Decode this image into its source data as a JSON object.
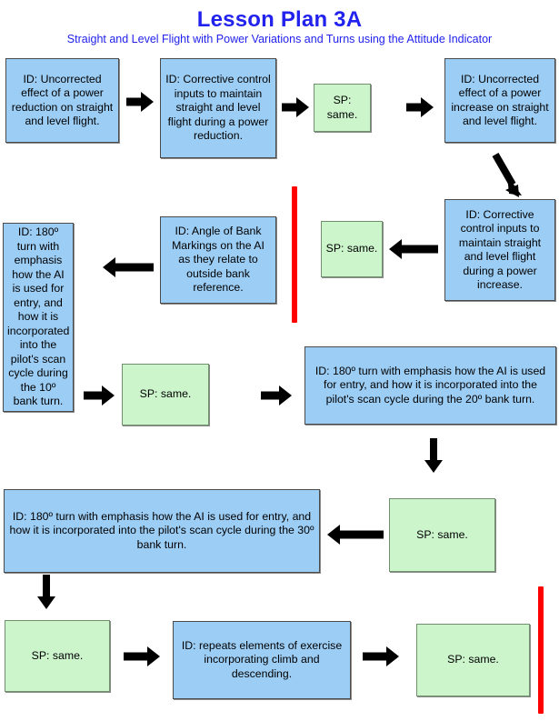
{
  "header": {
    "title": "Lesson Plan 3A",
    "subtitle": "Straight and Level Flight with Power Variations and Turns using the Attitude Indicator",
    "title_color": "#2222ee"
  },
  "palette": {
    "instruction_box_fill": "#9CCDF5",
    "student_box_fill": "#CCF5CC",
    "divider_bar": "#FF0000",
    "arrow": "#000000",
    "text": "#000000"
  },
  "nodes": [
    {
      "id": "n1",
      "kind": "instruction",
      "text": "ID: Uncorrected effect of a power reduction on straight and level flight."
    },
    {
      "id": "n2",
      "kind": "instruction",
      "text": "ID: Corrective control inputs to maintain straight and level flight during a power reduction."
    },
    {
      "id": "n3",
      "kind": "student",
      "text": "SP: same."
    },
    {
      "id": "n4",
      "kind": "instruction",
      "text": "ID: Uncorrected effect of a power increase on straight and level flight."
    },
    {
      "id": "n5",
      "kind": "instruction",
      "text": "ID: Corrective control inputs to maintain straight and level flight during a power increase."
    },
    {
      "id": "n6",
      "kind": "student",
      "text": "SP: same."
    },
    {
      "id": "n7",
      "kind": "instruction",
      "text": "ID: Angle of Bank Markings on the AI as they relate to outside bank reference."
    },
    {
      "id": "n8",
      "kind": "instruction",
      "text": "ID: 180º turn with emphasis how the AI is used for entry, and how it is incorporated into the pilot's scan cycle during the 10º bank turn."
    },
    {
      "id": "n9",
      "kind": "student",
      "text": "SP: same."
    },
    {
      "id": "n10",
      "kind": "instruction",
      "text": "ID: 180º turn with emphasis how the AI is used for entry, and how it is incorporated into the pilot's scan cycle during the 20º bank turn."
    },
    {
      "id": "n11",
      "kind": "student",
      "text": "SP: same."
    },
    {
      "id": "n12",
      "kind": "instruction",
      "text": "ID: 180º turn with emphasis how the AI is used for entry, and how it is incorporated into the pilot's scan cycle during the 30º bank turn."
    },
    {
      "id": "n13",
      "kind": "student",
      "text": "SP: same."
    },
    {
      "id": "n14",
      "kind": "instruction",
      "text": "ID: repeats elements of exercise incorporating climb and descending."
    },
    {
      "id": "n15",
      "kind": "student",
      "text": "SP: same."
    }
  ],
  "dividers": [
    {
      "id": "d1",
      "label": "red-divider-bar-upper"
    },
    {
      "id": "d2",
      "label": "red-divider-bar-lower"
    }
  ],
  "connectors": [
    {
      "id": "a1",
      "direction": "right",
      "from": "n1",
      "to": "n2"
    },
    {
      "id": "a2",
      "direction": "right",
      "from": "n2",
      "to": "n3"
    },
    {
      "id": "a3",
      "direction": "right",
      "from": "n3",
      "to": "n4"
    },
    {
      "id": "a4",
      "direction": "diagonal",
      "from": "n4",
      "to": "n5"
    },
    {
      "id": "a5",
      "direction": "left",
      "from": "n5",
      "to": "n6"
    },
    {
      "id": "a6",
      "direction": "left",
      "from": "n7",
      "to": "n8"
    },
    {
      "id": "a7",
      "direction": "right",
      "from": "n8",
      "to": "n9"
    },
    {
      "id": "a8",
      "direction": "right",
      "from": "n9",
      "to": "n10"
    },
    {
      "id": "a9",
      "direction": "down",
      "from": "n10",
      "to": "n11"
    },
    {
      "id": "a10",
      "direction": "left",
      "from": "n11",
      "to": "n12"
    },
    {
      "id": "a11",
      "direction": "down",
      "from": "n12",
      "to": "n13"
    },
    {
      "id": "a12",
      "direction": "right",
      "from": "n13",
      "to": "n14"
    },
    {
      "id": "a13",
      "direction": "right",
      "from": "n14",
      "to": "n15"
    }
  ]
}
